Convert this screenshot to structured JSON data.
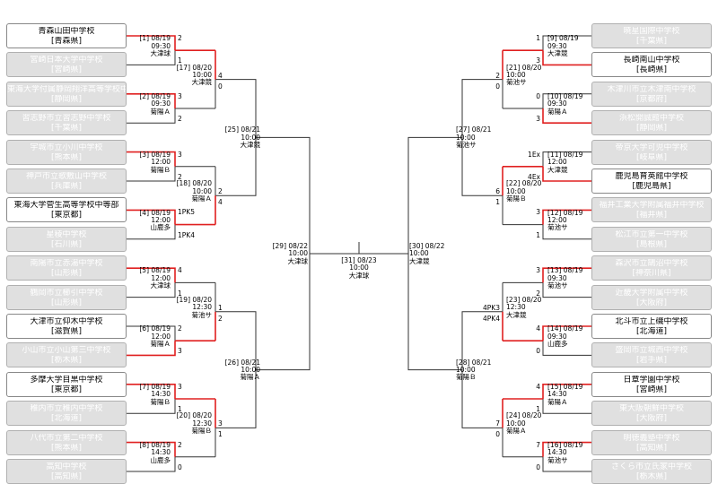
{
  "teams_left": [
    {
      "name": "青森山田中学校",
      "pref": "[青森県]",
      "win": true
    },
    {
      "name": "宮崎日本大学中学校",
      "pref": "[宮崎県]",
      "win": false
    },
    {
      "name": "東海大学付属静岡翔洋高等学校中等部",
      "pref": "[静岡県]",
      "win": false
    },
    {
      "name": "習志野市立習志野中学校",
      "pref": "[千葉県]",
      "win": false
    },
    {
      "name": "宇城市立小川中学校",
      "pref": "[熊本県]",
      "win": false
    },
    {
      "name": "神戸市立歌敷山中学校",
      "pref": "[兵庫県]",
      "win": false
    },
    {
      "name": "東海大学菅生高等学校中等部",
      "pref": "[東京都]",
      "win": true
    },
    {
      "name": "星稜中学校",
      "pref": "[石川県]",
      "win": false
    },
    {
      "name": "南陽市立赤湯中学校",
      "pref": "[山形県]",
      "win": false
    },
    {
      "name": "鶴岡市立櫛引中学校",
      "pref": "[山形県]",
      "win": false
    },
    {
      "name": "大津市立仰木中学校",
      "pref": "[滋賀県]",
      "win": true
    },
    {
      "name": "小山市立小山第三中学校",
      "pref": "[栃木県]",
      "win": false
    },
    {
      "name": "多摩大学目黒中学校",
      "pref": "[東京都]",
      "win": true
    },
    {
      "name": "稚内市立稚内中学校",
      "pref": "[北海道]",
      "win": false
    },
    {
      "name": "八代市立第二中学校",
      "pref": "[熊本県]",
      "win": false
    },
    {
      "name": "高知中学校",
      "pref": "[高知県]",
      "win": false
    }
  ],
  "teams_right": [
    {
      "name": "暁星国際中学校",
      "pref": "[千葉県]",
      "win": false
    },
    {
      "name": "長崎南山中学校",
      "pref": "[長崎県]",
      "win": true
    },
    {
      "name": "木津川市立木津南中学校",
      "pref": "[京都府]",
      "win": false
    },
    {
      "name": "浜松開誠館中学校",
      "pref": "[静岡県]",
      "win": false
    },
    {
      "name": "帝京大学可児中学校",
      "pref": "[岐阜県]",
      "win": false
    },
    {
      "name": "鹿児島育英館中学校",
      "pref": "[鹿児島県]",
      "win": true
    },
    {
      "name": "福井工業大学附属福井中学校",
      "pref": "[福井県]",
      "win": false
    },
    {
      "name": "松江市立第一中学校",
      "pref": "[島根県]",
      "win": false
    },
    {
      "name": "森沢市立鵠沼中学校",
      "pref": "[神奈川県]",
      "win": false
    },
    {
      "name": "近畿大学附属中学校",
      "pref": "[大阪府]",
      "win": false
    },
    {
      "name": "北斗市立上磯中学校",
      "pref": "[北海道]",
      "win": true
    },
    {
      "name": "盛岡市立城西中学校",
      "pref": "[岩手県]",
      "win": false
    },
    {
      "name": "日章学園中学校",
      "pref": "[宮崎県]",
      "win": true
    },
    {
      "name": "東大阪朝鮮中学校",
      "pref": "[大阪府]",
      "win": false
    },
    {
      "name": "明徳義塾中学校",
      "pref": "[高知県]",
      "win": false
    },
    {
      "name": "さくら市立氏家中学校",
      "pref": "[栃木県]",
      "win": false
    }
  ],
  "games_left_r1": [
    {
      "no": "[1] 08/19",
      "time": "09:30",
      "venue": "大津球",
      "s1": "2",
      "s2": "1"
    },
    {
      "no": "[2] 08/19",
      "time": "09:30",
      "venue": "菊陽Ａ",
      "s1": "3",
      "s2": "2"
    },
    {
      "no": "[3] 08/19",
      "time": "12:00",
      "venue": "菊陽Ｂ",
      "s1": "3",
      "s2": "2"
    },
    {
      "no": "[4] 08/19",
      "time": "12:00",
      "venue": "山鹿多",
      "s1": "1PK5",
      "s2": "1PK4"
    },
    {
      "no": "[5] 08/19",
      "time": "12:00",
      "venue": "大津球",
      "s1": "4",
      "s2": "1"
    },
    {
      "no": "[6] 08/19",
      "time": "12:00",
      "venue": "菊陽Ａ",
      "s1": "2",
      "s2": "3"
    },
    {
      "no": "[7] 08/19",
      "time": "14:30",
      "venue": "菊陽Ｂ",
      "s1": "3",
      "s2": "1"
    },
    {
      "no": "[8] 08/19",
      "time": "14:30",
      "venue": "山鹿多",
      "s1": "2",
      "s2": "0"
    }
  ],
  "games_left_r2": [
    {
      "no": "[17] 08/20",
      "time": "10:00",
      "venue": "大津競",
      "s1": "4",
      "s2": "0"
    },
    {
      "no": "[18] 08/20",
      "time": "10:00",
      "venue": "菊陽Ａ",
      "s1": "2",
      "s2": "4"
    },
    {
      "no": "[19] 08/20",
      "time": "12:30",
      "venue": "菊池サ",
      "s1": "1",
      "s2": "2"
    },
    {
      "no": "[20] 08/20",
      "time": "12:30",
      "venue": "菊陽Ｂ",
      "s1": "3",
      "s2": "1"
    }
  ],
  "games_left_r3": [
    {
      "no": "[25] 08/21",
      "time": "10:00",
      "venue": "大津競"
    },
    {
      "no": "[26] 08/21",
      "time": "10:00",
      "venue": "菊陽Ａ"
    }
  ],
  "games_right_r1": [
    {
      "no": "[9] 08/19",
      "time": "09:30",
      "venue": "大津競",
      "s1": "1",
      "s2": "3"
    },
    {
      "no": "[10] 08/19",
      "time": "09:30",
      "venue": "菊陽Ａ",
      "s1": "0",
      "s2": "3"
    },
    {
      "no": "[11] 08/19",
      "time": "12:00",
      "venue": "大津競",
      "s1": "1Ex",
      "s2": "4Ex"
    },
    {
      "no": "[12] 08/19",
      "time": "12:00",
      "venue": "菊池サ",
      "s1": "3",
      "s2": "1"
    },
    {
      "no": "[13] 08/19",
      "time": "09:30",
      "venue": "菊池サ",
      "s1": "3",
      "s2": "2"
    },
    {
      "no": "[14] 08/19",
      "time": "09:30",
      "venue": "山鹿多",
      "s1": "4",
      "s2": "0"
    },
    {
      "no": "[15] 08/19",
      "time": "14:30",
      "venue": "菊陽Ａ",
      "s1": "4",
      "s2": "1"
    },
    {
      "no": "[16] 08/19",
      "time": "14:30",
      "venue": "菊池サ",
      "s1": "7",
      "s2": "0"
    }
  ],
  "games_right_r2": [
    {
      "no": "[21] 08/20",
      "time": "10:00",
      "venue": "菊池サ",
      "s1": "2",
      "s2": "0"
    },
    {
      "no": "[22] 08/20",
      "time": "10:00",
      "venue": "菊陽Ｂ",
      "s1": "6",
      "s2": "1"
    },
    {
      "no": "[23] 08/20",
      "time": "12:30",
      "venue": "大津競",
      "s1": "4PK3",
      "s2": "4PK4"
    },
    {
      "no": "[24] 08/20",
      "time": "10:00",
      "venue": "菊陽Ａ",
      "s1": "7",
      "s2": "0"
    }
  ],
  "games_right_r3": [
    {
      "no": "[27] 08/21",
      "time": "10:00",
      "venue": "菊池サ"
    },
    {
      "no": "[28] 08/21",
      "time": "10:00",
      "venue": "菊陽Ｂ"
    }
  ],
  "semi_left": {
    "no": "[29] 08/22",
    "time": "10:00",
    "venue": "大津球"
  },
  "semi_right": {
    "no": "[30] 08/22",
    "time": "10:00",
    "venue": "大津競"
  },
  "final": {
    "no": "[31] 08/23",
    "time": "10:00",
    "venue": "大津球"
  },
  "colors": {
    "win_line": "#e02020",
    "line": "#333333",
    "team_fill": "#e0e0e0",
    "team_border": "#b0b0b0"
  }
}
